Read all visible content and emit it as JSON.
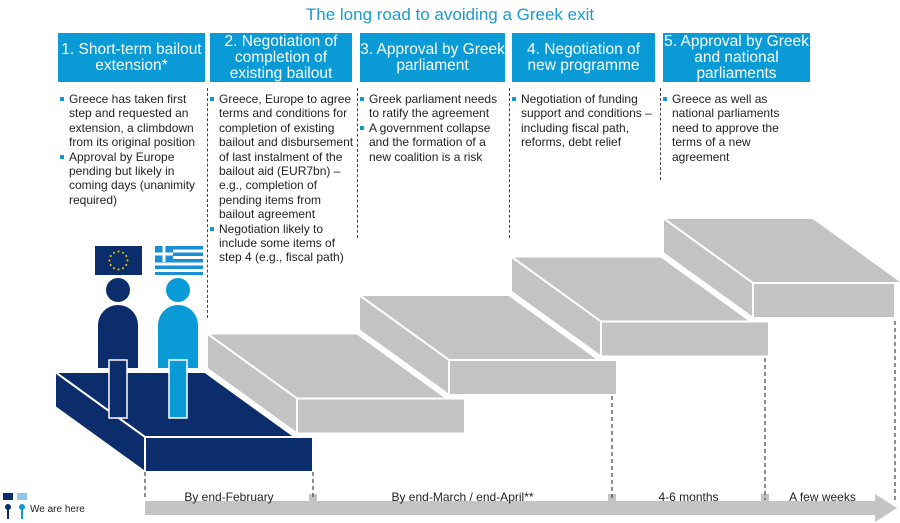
{
  "title": "The long road to avoiding a Greek exit",
  "steps": [
    {
      "header": "1. Short-term bailout extension*",
      "bullets": [
        "Greece has taken first step and requested an extension, a climbdown from its original position",
        "Approval by Europe pending but likely in coming days (unanimity required)"
      ]
    },
    {
      "header": "2. Negotiation of completion of existing bailout",
      "bullets": [
        "Greece, Europe to agree terms and conditions for completion of existing bailout and disbursement of last instalment of the bailout aid (EUR7bn) – e.g., completion of pending items from bailout agreement",
        "Negotiation likely to include some items of step 4 (e.g., fiscal path)"
      ]
    },
    {
      "header": "3. Approval by Greek parliament",
      "bullets": [
        "Greek parliament needs to ratify the agreement",
        "A government collapse and the formation of a new coalition is a risk"
      ]
    },
    {
      "header": "4. Negotiation of new programme",
      "bullets": [
        "Negotiation of funding support and conditions – including fiscal path, reforms, debt relief"
      ]
    },
    {
      "header": "5. Approval by Greek and national parliaments",
      "bullets": [
        "Greece as well as national parliaments need to approve the terms of a new agreement"
      ]
    }
  ],
  "timeline": [
    "By end-February",
    "By end-March / end-April**",
    "4-6 months",
    "A few weeks"
  ],
  "legend": {
    "label": "We are here"
  },
  "colors": {
    "accent": "#0a9ad6",
    "navy": "#0b2d6b",
    "step_gray": "#c3c3c3"
  }
}
